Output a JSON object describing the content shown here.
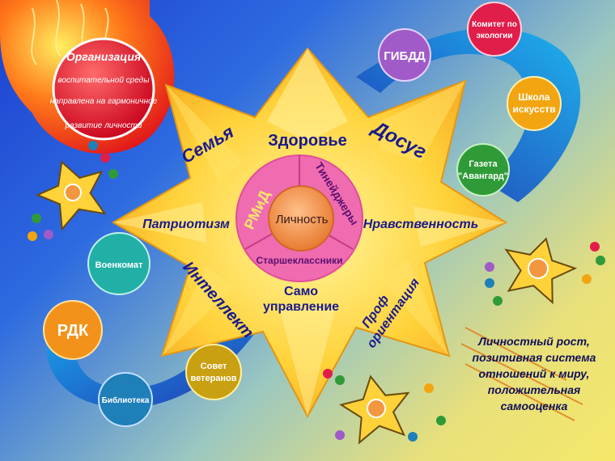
{
  "title_box": {
    "lines": [
      "Организация",
      "воспитательной среды",
      "направлена на гармоничное",
      "развитие личности"
    ]
  },
  "center": {
    "core": "Личность",
    "ring": [
      "РМиД",
      "Тинейджеры",
      "Старшеклассники"
    ]
  },
  "rays": [
    "Семья",
    "Здоровье",
    "Досуг",
    "Патриотизм",
    "Нравственность",
    "Интеллект",
    "Само управление",
    "Проф ориентация"
  ],
  "rays_detail": {
    "samo_line1": "Само",
    "samo_line2": "управление",
    "prof_line1": "Проф",
    "prof_line2": "ориентация"
  },
  "partners_top": [
    {
      "label": "ГИБДД",
      "color": "#a05bc9"
    },
    {
      "label_lines": [
        "Комитет по",
        "экологии"
      ],
      "color": "#e11d4a"
    },
    {
      "label_lines": [
        "Школа",
        "искусств"
      ],
      "color": "#f2a511"
    },
    {
      "label_lines": [
        "Газета",
        "\"Авангард\""
      ],
      "color": "#2f9b38"
    }
  ],
  "partners_bottom": [
    {
      "label": "Военкомат",
      "color": "#22b0a6"
    },
    {
      "label": "РДК",
      "color": "#f3921a"
    },
    {
      "label_lines": [
        "Совет",
        "ветеранов"
      ],
      "color": "#c9a012"
    },
    {
      "label": "Библиотека",
      "color": "#1f7fb8"
    }
  ],
  "result_text": [
    "Личностный рост,",
    "позитивная система",
    "отношений к миру,",
    "положительная",
    "самооценка"
  ],
  "colors": {
    "star": "#ffd23a",
    "core": "#f29a54",
    "ring": "#f06cb0",
    "text_dark": "#1a1a8c"
  }
}
